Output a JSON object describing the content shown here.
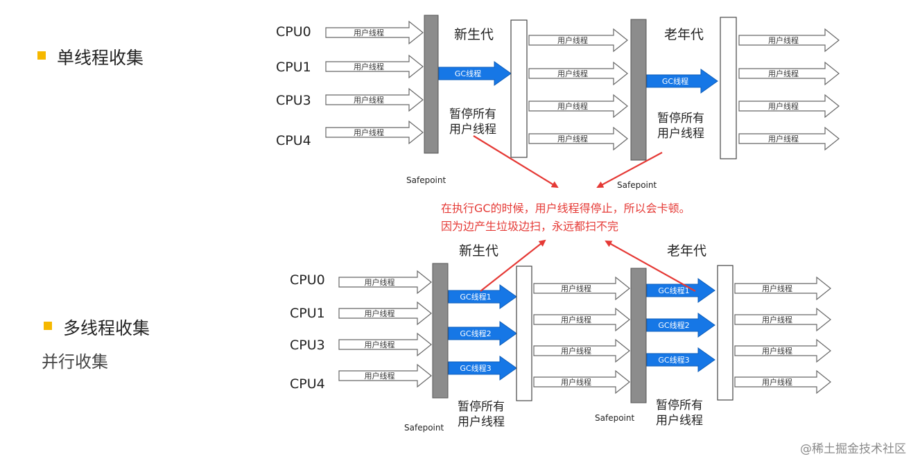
{
  "sections": {
    "single": {
      "title": "单线程收集"
    },
    "multi": {
      "title": "多线程收集",
      "subtitle": "并行收集"
    }
  },
  "diagram": {
    "cpus": [
      "CPU0",
      "CPU1",
      "CPU3",
      "CPU4"
    ],
    "user_thread": "用户线程",
    "gc_thread": "GC线程",
    "gc_threads": [
      "GC线程1",
      "GC线程2",
      "GC线程3"
    ],
    "young_gen": "新生代",
    "old_gen": "老年代",
    "pause_line1": "暂停所有",
    "pause_line2": "用户线程",
    "safepoint": "Safepoint",
    "note_line1": "在执行GC的时候，用户线程得停止，所以会卡顿。",
    "note_line2": "因为边产生垃圾边扫，永远都扫不完"
  },
  "watermark": "@稀土掘金技术社区",
  "colors": {
    "accent": "#f6b800",
    "gc_blue": "#1677e6",
    "bar_gray": "#8c8c8c",
    "note_red": "#e53935"
  }
}
